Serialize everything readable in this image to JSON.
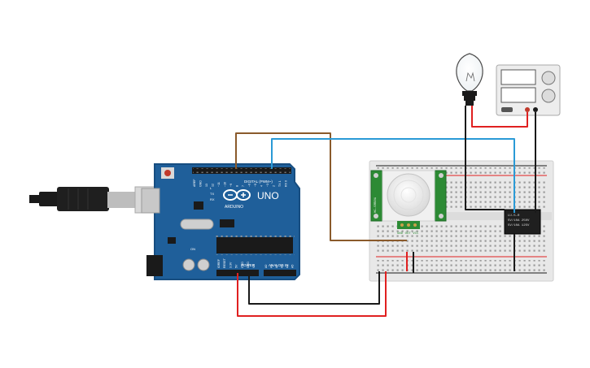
{
  "arduino": {
    "brand": "ARDUINO",
    "model": "UNO",
    "digital_header": "DIGITAL (PWM~)",
    "power_header": "POWER",
    "analog_header": "ANALOG IN",
    "tx_label": "TX",
    "rx_label": "RX",
    "l_label": "L",
    "on_label": "ON",
    "digital_pins": [
      "AREF",
      "GND",
      "13",
      "12",
      "~11",
      "~10",
      "~9",
      "8",
      "7",
      "~6",
      "~5",
      "4",
      "~3",
      "2",
      "TX 1",
      "RX 0"
    ],
    "power_pins": [
      "IOREF",
      "RESET",
      "3.3V",
      "5V",
      "GND",
      "GND",
      "Vin"
    ],
    "analog_pins": [
      "A0",
      "A1",
      "A2",
      "A3",
      "A4",
      "A5"
    ]
  },
  "pir_sensor": {
    "side_label": "HC-SR501",
    "pin_label": "GND OUT VCC"
  },
  "relay": {
    "lines": [
      "LU-5-R",
      "5V/10A 250V",
      "5V/10A 125V"
    ]
  },
  "colors": {
    "board_blue": "#1f5f9a",
    "board_edge": "#174d80",
    "sensor_green": "#2c8a34",
    "wire_red": "#e02020",
    "wire_black": "#1a1a1a",
    "wire_brown": "#8a5a2b",
    "wire_blue": "#2a9ad6",
    "breadboard": "#e9e9e9"
  },
  "icons": [
    "usb-cable-icon",
    "light-bulb-icon",
    "power-supply-icon",
    "pir-dome-icon",
    "relay-icon"
  ]
}
